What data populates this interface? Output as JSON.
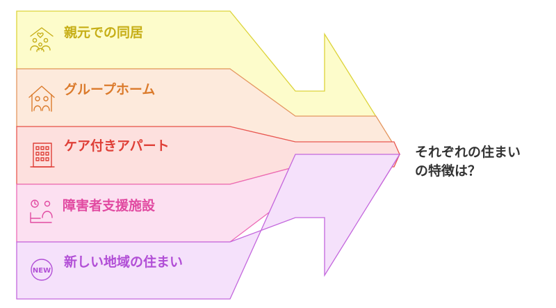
{
  "colors": {
    "yellow_fill": "#fdfccb",
    "yellow_stroke": "#dcd339",
    "yellow_text": "#c6ae16",
    "orange_fill": "#fdeadc",
    "orange_stroke": "#e49660",
    "orange_text": "#db7b2c",
    "red_fill": "#fde0de",
    "red_stroke": "#e8564f",
    "red_text": "#df3f37",
    "pink_fill": "#fce0f1",
    "pink_stroke": "#ec6bb6",
    "pink_text": "#e14aa1",
    "purple_fill": "#f5e1fb",
    "purple_stroke": "#c366dd",
    "purple_text": "#b14ed6"
  },
  "items": [
    {
      "label": "親元での同居",
      "icon": "family-home-icon",
      "color": "yellow"
    },
    {
      "label": "グループホーム",
      "icon": "group-home-icon",
      "color": "orange"
    },
    {
      "label": "ケア付きアパート",
      "icon": "apartment-building-icon",
      "color": "red"
    },
    {
      "label": "障害者支援施設",
      "icon": "support-facility-icon",
      "color": "pink"
    },
    {
      "label": "新しい地域の住まい",
      "icon": "new-badge-icon",
      "color": "purple",
      "badge_text": "NEW"
    }
  ],
  "conclusion": {
    "line1": "それぞれの住まい",
    "line2": "の特徴は？"
  }
}
